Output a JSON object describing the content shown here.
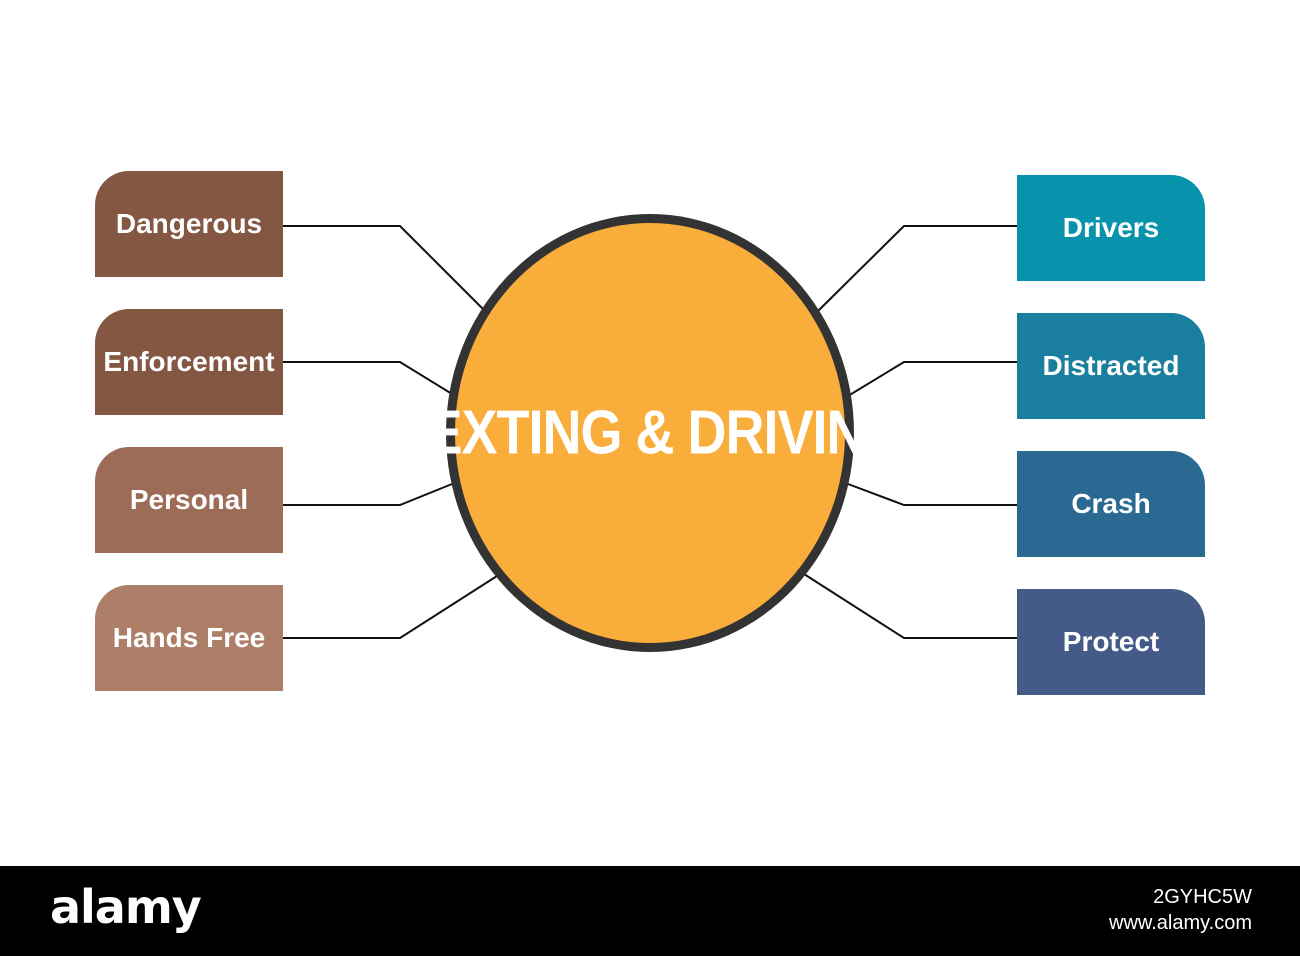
{
  "center": {
    "title": "TEXTING & DRIVING",
    "fill": "#F9AE3C",
    "stroke": "#333333"
  },
  "left_items": [
    {
      "label": "Dangerous",
      "color": "#835741"
    },
    {
      "label": "Enforcement",
      "color": "#835741"
    },
    {
      "label": "Personal",
      "color": "#9C6C56"
    },
    {
      "label": "Hands Free",
      "color": "#AE7F68"
    }
  ],
  "right_items": [
    {
      "label": "Drivers",
      "color": "#0893AC"
    },
    {
      "label": "Distracted",
      "color": "#1A7E9E"
    },
    {
      "label": "Crash",
      "color": "#2A6991"
    },
    {
      "label": "Protect",
      "color": "#445B87"
    }
  ],
  "footer": {
    "logo": "alamy",
    "image_id": "2GYHC5W",
    "url": "www.alamy.com"
  }
}
